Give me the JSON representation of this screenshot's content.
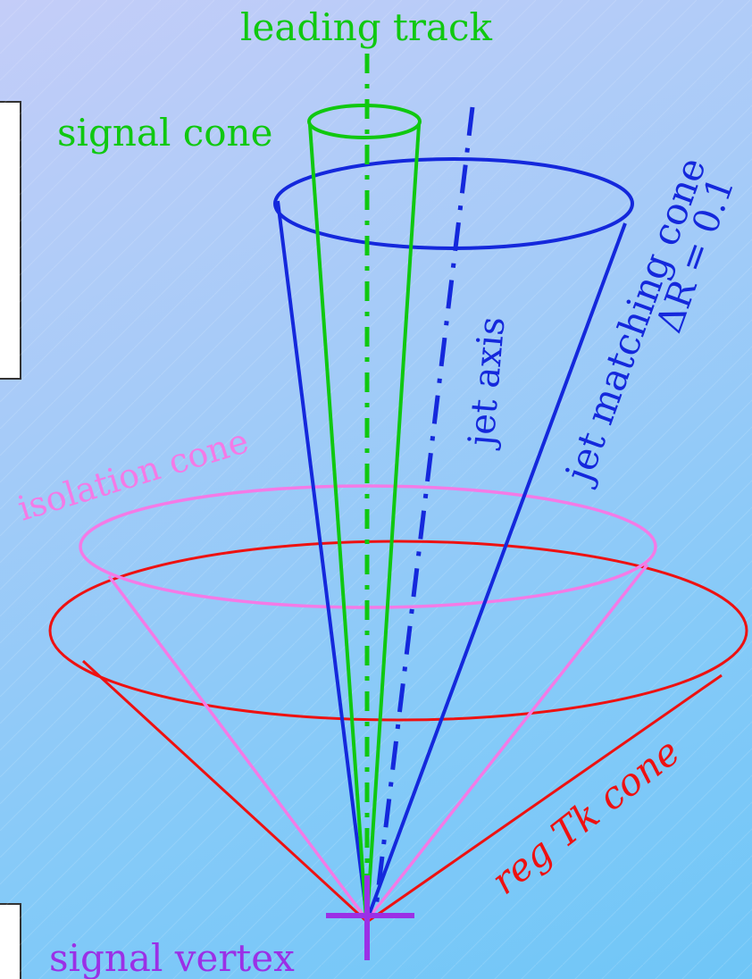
{
  "labels": {
    "leading_track": "leading track",
    "signal_cone": "signal cone",
    "jet_matching_cone": "jet matching cone",
    "delta_r": "ΔR =  0.1",
    "jet_axis": "jet axis",
    "isolation_cone": "isolation cone",
    "reg_tk_cone": "reg Tk cone",
    "signal_vertex": "signal vertex"
  },
  "colors": {
    "leading_track": "#10c810",
    "signal_cone": "#10c810",
    "jet_matching_cone": "#1428dc",
    "jet_axis": "#1428dc",
    "isolation_cone": "#f47ae6",
    "reg_tk_cone": "#ee1111",
    "signal_vertex": "#9b30e6"
  }
}
